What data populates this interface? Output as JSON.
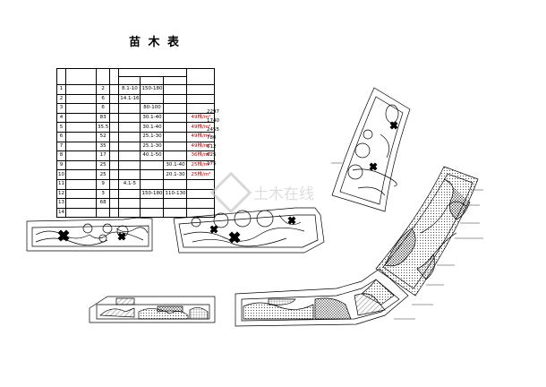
{
  "table": {
    "title": "苗 木 表",
    "header_row1": [
      "",
      "",
      "",
      "",
      "",
      "",
      "",
      "",
      ""
    ],
    "header_row2": [
      "",
      "",
      ""
    ],
    "rows": [
      {
        "no": "1",
        "name": "",
        "qty": "2",
        "unit": "",
        "a": "8.1-10",
        "b": "150-180",
        "c": "",
        "note": ""
      },
      {
        "no": "2",
        "name": "",
        "qty": "6",
        "unit": "",
        "a": "14.1-16",
        "b": "",
        "c": "",
        "note": ""
      },
      {
        "no": "3",
        "name": "",
        "qty": "6",
        "unit": "",
        "a": "",
        "b": "80-100",
        "c": "",
        "note": ""
      },
      {
        "no": "4",
        "name": "",
        "qty": "83",
        "unit": "",
        "a": "",
        "b": "30.1-40",
        "c": "",
        "note": "49株/m²"
      },
      {
        "no": "5",
        "name": "",
        "qty": "35.5",
        "unit": "",
        "a": "",
        "b": "30.1-40",
        "c": "",
        "note": "49株/m²"
      },
      {
        "no": "6",
        "name": "",
        "qty": "52",
        "unit": "",
        "a": "",
        "b": "25.1-30",
        "c": "",
        "note": "49株/m²"
      },
      {
        "no": "7",
        "name": "",
        "qty": "35",
        "unit": "",
        "a": "",
        "b": "25.1-30",
        "c": "",
        "note": "49株/m²"
      },
      {
        "no": "8",
        "name": "",
        "qty": "17",
        "unit": "",
        "a": "",
        "b": "40.1-50",
        "c": "",
        "note": "36株/m²"
      },
      {
        "no": "9",
        "name": "",
        "qty": "25",
        "unit": "",
        "a": "",
        "b": "",
        "c": "30.1-40",
        "note": "25株/m²"
      },
      {
        "no": "10",
        "name": "",
        "qty": "25",
        "unit": "",
        "a": "",
        "b": "",
        "c": "20.1-30",
        "note": "25株/m²"
      },
      {
        "no": "11",
        "name": "",
        "qty": "9",
        "unit": "",
        "a": "4.1-5",
        "b": "",
        "c": "",
        "note": ""
      },
      {
        "no": "12",
        "name": "",
        "qty": "3",
        "unit": "",
        "a": "",
        "b": "150-180",
        "c": "110-130",
        "note": ""
      },
      {
        "no": "13",
        "name": "",
        "qty": "68",
        "unit": "",
        "a": "",
        "b": "",
        "c": "",
        "note": ""
      },
      {
        "no": "14",
        "name": "",
        "qty": "",
        "unit": "",
        "a": "",
        "b": "",
        "c": "",
        "note": ""
      }
    ],
    "side_values": [
      "2297",
      "1740",
      "2455",
      "780",
      "612",
      "625",
      "175"
    ],
    "footnote": "",
    "sig_hint": ""
  },
  "plans": {
    "label_color": "#c00000",
    "line_color": "#000000",
    "labels": {
      "left_a": "",
      "left_b": "",
      "left_c": "",
      "mid_a": "",
      "curve_a": "",
      "curve_b": "",
      "right_1": "",
      "right_2": "",
      "right_3": "",
      "right_4": "",
      "right_5": "",
      "right_6": "",
      "right_7": "",
      "right_8": "",
      "right_9": "",
      "bl_1": "",
      "bl_2": "",
      "bl_3": "",
      "bl_4": "",
      "bl_5": "",
      "bl_6": "",
      "bl_7": "",
      "bm_1": "",
      "bm_2": "",
      "bm_3": "",
      "bm_4": "",
      "bm_5": "",
      "bm_6": "",
      "bm_7": "",
      "bm_8": ""
    }
  },
  "watermark": {
    "text": "土木在线",
    "color": "#c8c8c8"
  }
}
